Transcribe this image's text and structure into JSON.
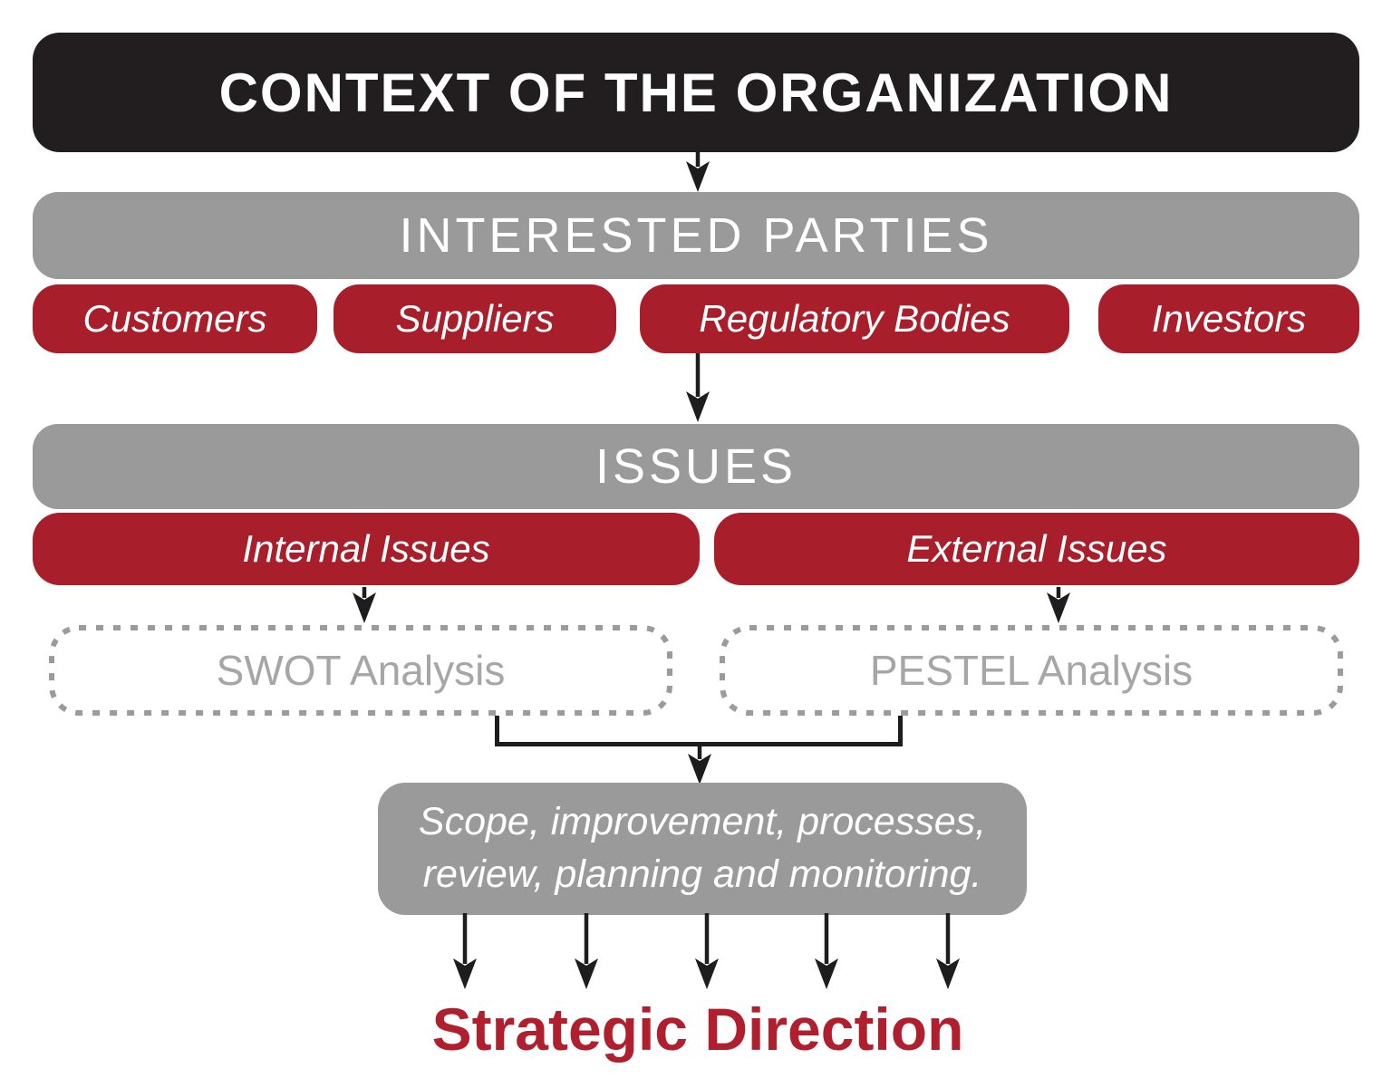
{
  "header": {
    "title": "CONTEXT OF THE ORGANIZATION"
  },
  "interested_parties": {
    "title": "INTERESTED PARTIES",
    "items": [
      "Customers",
      "Suppliers",
      "Regulatory Bodies",
      "Investors"
    ]
  },
  "issues": {
    "title": "ISSUES",
    "items": [
      "Internal Issues",
      "External Issues"
    ]
  },
  "analysis": {
    "swot": "SWOT Analysis",
    "pestel": "PESTEL Analysis"
  },
  "outcome": {
    "lines": [
      "Scope, improvement, processes,",
      "review, planning and monitoring."
    ]
  },
  "strategic_direction": "Strategic Direction",
  "colors": {
    "black": "#221e1f",
    "gray": "#9a9a9a",
    "red": "#a91e2b",
    "strategic_red": "#b01f2d",
    "dashed_gray": "#9b9b9b",
    "analysis_text": "#a6a6a6",
    "arrow": "#1d1d1d"
  }
}
